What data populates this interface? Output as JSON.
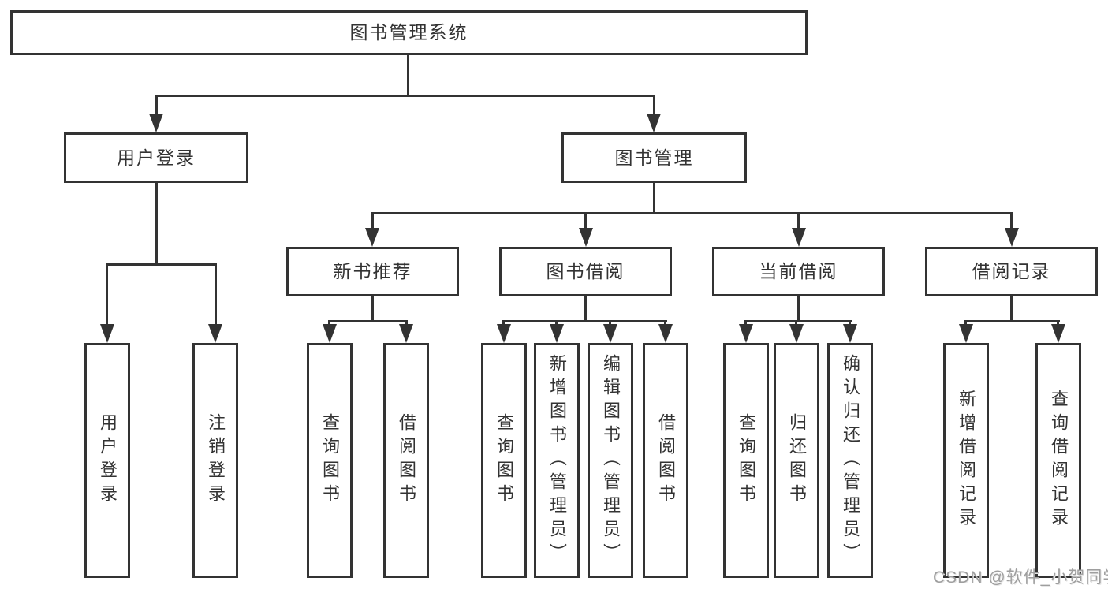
{
  "diagram_title": "图书管理系统",
  "nodes": {
    "root": {
      "label": "图书管理系统"
    },
    "level2": [
      {
        "label": "用户登录"
      },
      {
        "label": "图书管理"
      }
    ],
    "level3": [
      {
        "label": "新书推荐"
      },
      {
        "label": "图书借阅"
      },
      {
        "label": "当前借阅"
      },
      {
        "label": "借阅记录"
      }
    ],
    "level4_groups": [
      {
        "parent_label": "用户登录",
        "items": [
          {
            "label": "用户登录"
          },
          {
            "label": "注销登录"
          }
        ]
      },
      {
        "parent_label": "新书推荐",
        "items": [
          {
            "label": "查询图书"
          },
          {
            "label": "借阅图书"
          }
        ]
      },
      {
        "parent_label": "图书借阅",
        "items": [
          {
            "label": "查询图书"
          },
          {
            "label": "新增图书（管理员）"
          },
          {
            "label": "编辑图书（管理员）"
          },
          {
            "label": "借阅图书"
          }
        ]
      },
      {
        "parent_label": "当前借阅",
        "items": [
          {
            "label": "查询图书"
          },
          {
            "label": "归还图书"
          },
          {
            "label": "确认归还（管理员）"
          }
        ]
      },
      {
        "parent_label": "借阅记录",
        "items": [
          {
            "label": "新增借阅记录"
          },
          {
            "label": "查询借阅记录"
          }
        ]
      }
    ]
  },
  "watermark": {
    "text": "CSDN @软件_小贺同学",
    "color": "#9e9e9e"
  },
  "colors": {
    "line": "#333333",
    "border": "#333333",
    "text": "#333333",
    "background": "#ffffff"
  }
}
